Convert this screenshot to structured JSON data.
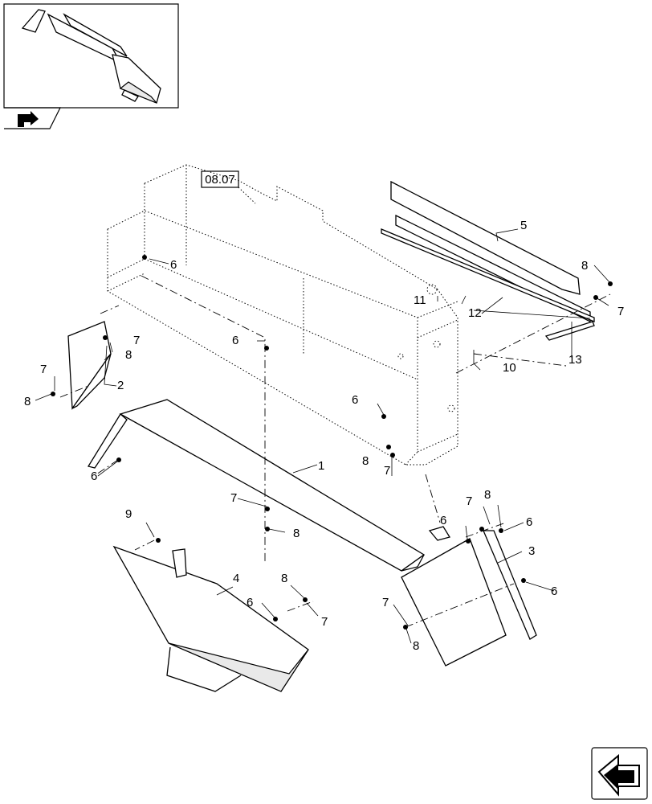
{
  "reference_box": "08.07",
  "callouts": {
    "c1": "1",
    "c2": "2",
    "c3": "3",
    "c4": "4",
    "c5": "5",
    "c6a": "6",
    "c6b": "6",
    "c6c": "6",
    "c6d": "6",
    "c6e": "6",
    "c6f": "6",
    "c6g": "6",
    "c6h": "6",
    "c7a": "7",
    "c7b": "7",
    "c7c": "7",
    "c7d": "7",
    "c7e": "7",
    "c7f": "7",
    "c7g": "7",
    "c7h": "7",
    "c8a": "8",
    "c8b": "8",
    "c8c": "8",
    "c8d": "8",
    "c8e": "8",
    "c8f": "8",
    "c8g": "8",
    "c8h": "8",
    "c9": "9",
    "c10": "10",
    "c11": "11",
    "c12": "12",
    "c13": "13"
  },
  "icons": {
    "thumbnail": "machine-overview-thumbnail",
    "tab": "back-arrow-icon",
    "nav": "navigate-arrow-icon"
  }
}
